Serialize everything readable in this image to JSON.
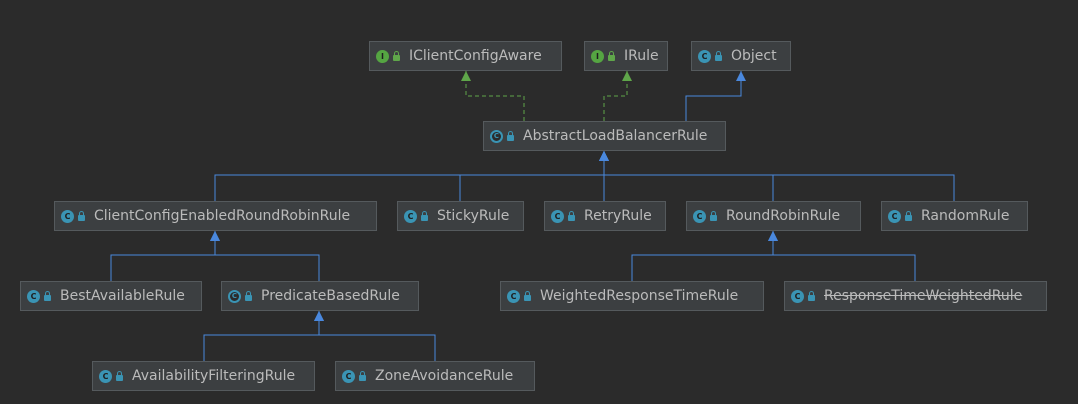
{
  "nodes": [
    {
      "id": "IClientConfigAware",
      "label": "IClientConfigAware",
      "kind": "interface",
      "deprecated": false
    },
    {
      "id": "IRule",
      "label": "IRule",
      "kind": "interface",
      "deprecated": false
    },
    {
      "id": "Object",
      "label": "Object",
      "kind": "class",
      "deprecated": false
    },
    {
      "id": "AbstractLoadBalancerRule",
      "label": "AbstractLoadBalancerRule",
      "kind": "abstract",
      "deprecated": false
    },
    {
      "id": "ClientConfigEnabledRoundRobinRule",
      "label": "ClientConfigEnabledRoundRobinRule",
      "kind": "class",
      "deprecated": false
    },
    {
      "id": "StickyRule",
      "label": "StickyRule",
      "kind": "class",
      "deprecated": false
    },
    {
      "id": "RetryRule",
      "label": "RetryRule",
      "kind": "class",
      "deprecated": false
    },
    {
      "id": "RoundRobinRule",
      "label": "RoundRobinRule",
      "kind": "class",
      "deprecated": false
    },
    {
      "id": "RandomRule",
      "label": "RandomRule",
      "kind": "class",
      "deprecated": false
    },
    {
      "id": "BestAvailableRule",
      "label": "BestAvailableRule",
      "kind": "class",
      "deprecated": false
    },
    {
      "id": "PredicateBasedRule",
      "label": "PredicateBasedRule",
      "kind": "abstract",
      "deprecated": false
    },
    {
      "id": "WeightedResponseTimeRule",
      "label": "WeightedResponseTimeRule",
      "kind": "class",
      "deprecated": false
    },
    {
      "id": "ResponseTimeWeightedRule",
      "label": "ResponseTimeWeightedRule",
      "kind": "class",
      "deprecated": true
    },
    {
      "id": "AvailabilityFilteringRule",
      "label": "AvailabilityFilteringRule",
      "kind": "class",
      "deprecated": false
    },
    {
      "id": "ZoneAvoidanceRule",
      "label": "ZoneAvoidanceRule",
      "kind": "class",
      "deprecated": false
    }
  ],
  "edges": [
    {
      "from": "AbstractLoadBalancerRule",
      "to": "IClientConfigAware",
      "type": "implements"
    },
    {
      "from": "AbstractLoadBalancerRule",
      "to": "IRule",
      "type": "implements"
    },
    {
      "from": "AbstractLoadBalancerRule",
      "to": "Object",
      "type": "extends"
    },
    {
      "from": "ClientConfigEnabledRoundRobinRule",
      "to": "AbstractLoadBalancerRule",
      "type": "extends"
    },
    {
      "from": "StickyRule",
      "to": "AbstractLoadBalancerRule",
      "type": "extends"
    },
    {
      "from": "RetryRule",
      "to": "AbstractLoadBalancerRule",
      "type": "extends"
    },
    {
      "from": "RoundRobinRule",
      "to": "AbstractLoadBalancerRule",
      "type": "extends"
    },
    {
      "from": "RandomRule",
      "to": "AbstractLoadBalancerRule",
      "type": "extends"
    },
    {
      "from": "BestAvailableRule",
      "to": "ClientConfigEnabledRoundRobinRule",
      "type": "extends"
    },
    {
      "from": "PredicateBasedRule",
      "to": "ClientConfigEnabledRoundRobinRule",
      "type": "extends"
    },
    {
      "from": "WeightedResponseTimeRule",
      "to": "RoundRobinRule",
      "type": "extends"
    },
    {
      "from": "ResponseTimeWeightedRule",
      "to": "RoundRobinRule",
      "type": "extends"
    },
    {
      "from": "AvailabilityFilteringRule",
      "to": "PredicateBasedRule",
      "type": "extends"
    },
    {
      "from": "ZoneAvoidanceRule",
      "to": "PredicateBasedRule",
      "type": "extends"
    }
  ],
  "colors": {
    "background": "#2b2b2b",
    "extends": "#4a88dd",
    "implements": "#5fa64a",
    "text": "#bbbbbb",
    "node": "#3c3f41"
  }
}
